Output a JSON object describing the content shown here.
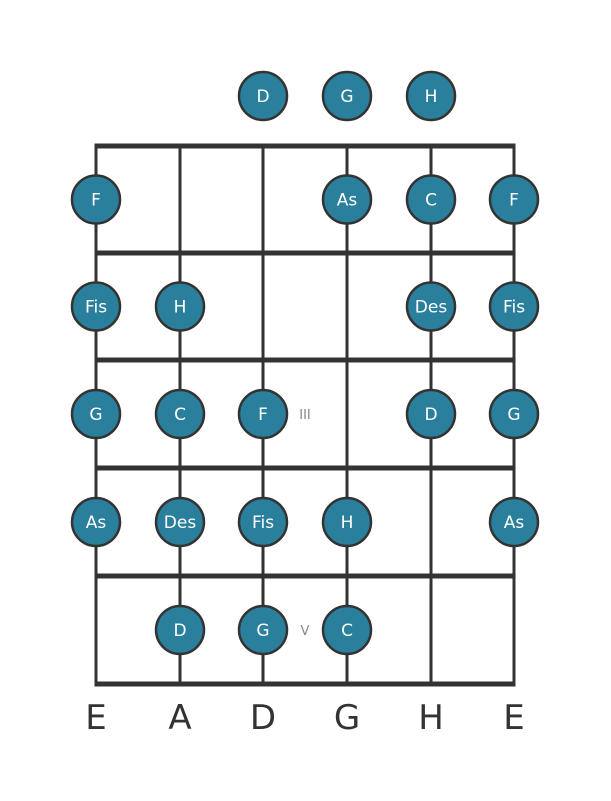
{
  "diagram": {
    "type": "guitar-fretboard-scale",
    "strings": [
      "E",
      "A",
      "D",
      "G",
      "H",
      "E"
    ],
    "fret_markers": [
      {
        "fret": 3,
        "label": "III"
      },
      {
        "fret": 5,
        "label": "V"
      }
    ],
    "open_notes": [
      {
        "string": 2,
        "note": "D"
      },
      {
        "string": 3,
        "note": "G"
      },
      {
        "string": 4,
        "note": "H"
      }
    ],
    "fretted_notes": [
      {
        "fret": 1,
        "string": 0,
        "note": "F"
      },
      {
        "fret": 1,
        "string": 3,
        "note": "As"
      },
      {
        "fret": 1,
        "string": 4,
        "note": "C"
      },
      {
        "fret": 1,
        "string": 5,
        "note": "F"
      },
      {
        "fret": 2,
        "string": 0,
        "note": "Fis"
      },
      {
        "fret": 2,
        "string": 1,
        "note": "H"
      },
      {
        "fret": 2,
        "string": 4,
        "note": "Des"
      },
      {
        "fret": 2,
        "string": 5,
        "note": "Fis"
      },
      {
        "fret": 3,
        "string": 0,
        "note": "G"
      },
      {
        "fret": 3,
        "string": 1,
        "note": "C"
      },
      {
        "fret": 3,
        "string": 2,
        "note": "F"
      },
      {
        "fret": 3,
        "string": 4,
        "note": "D"
      },
      {
        "fret": 3,
        "string": 5,
        "note": "G"
      },
      {
        "fret": 4,
        "string": 0,
        "note": "As"
      },
      {
        "fret": 4,
        "string": 1,
        "note": "Des"
      },
      {
        "fret": 4,
        "string": 2,
        "note": "Fis"
      },
      {
        "fret": 4,
        "string": 3,
        "note": "H"
      },
      {
        "fret": 4,
        "string": 5,
        "note": "As"
      },
      {
        "fret": 5,
        "string": 1,
        "note": "D"
      },
      {
        "fret": 5,
        "string": 2,
        "note": "G"
      },
      {
        "fret": 5,
        "string": 3,
        "note": "C"
      }
    ],
    "colors": {
      "note_fill": "#2a7f9c",
      "note_stroke": "#333333",
      "note_text": "#ffffff",
      "line": "#333333",
      "marker_text": "#888888"
    }
  }
}
